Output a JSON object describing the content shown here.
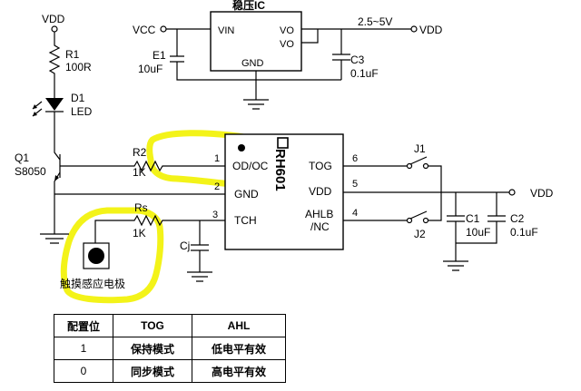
{
  "labels": {
    "vdd_top_left": "VDD",
    "r1_name": "R1",
    "r1_value": "100R",
    "d1_name": "D1",
    "d1_type": "LED",
    "q1_name": "Q1",
    "q1_type": "S8050",
    "r2_name": "R2",
    "r2_value": "1K",
    "rs_name": "Rs",
    "rs_value": "1K",
    "cj_name": "Cj",
    "touch_electrode": "触摸感应电极",
    "regulator_title": "稳压IC",
    "vcc": "VCC",
    "vin": "VIN",
    "vo1": "VO",
    "vo2": "VO",
    "gnd_reg": "GND",
    "e1_name": "E1",
    "e1_value": "10uF",
    "c3_name": "C3",
    "c3_value": "0.1uF",
    "voltage_range": "2.5~5V",
    "vdd_top_right": "VDD",
    "chip_name": "RH601",
    "pin1_num": "1",
    "pin2_num": "2",
    "pin3_num": "3",
    "pin4_num": "4",
    "pin5_num": "5",
    "pin6_num": "6",
    "pin1_name": "OD/OC",
    "pin2_name": "GND",
    "pin3_name": "TCH",
    "pin6_name": "TOG",
    "pin5_name": "VDD",
    "pin4_name_a": "AHLB",
    "pin4_name_b": "/NC",
    "j1": "J1",
    "j2": "J2",
    "c1_name": "C1",
    "c1_value": "10uF",
    "c2_name": "C2",
    "c2_value": "0.1uF",
    "vdd_right": "VDD"
  },
  "table": {
    "headers": [
      "配置位",
      "TOG",
      "AHL"
    ],
    "rows": [
      [
        "1",
        "保持模式",
        "低电平有效"
      ],
      [
        "0",
        "同步模式",
        "高电平有效"
      ]
    ]
  },
  "colors": {
    "highlight": "#f2f200",
    "ink": "#000000"
  }
}
